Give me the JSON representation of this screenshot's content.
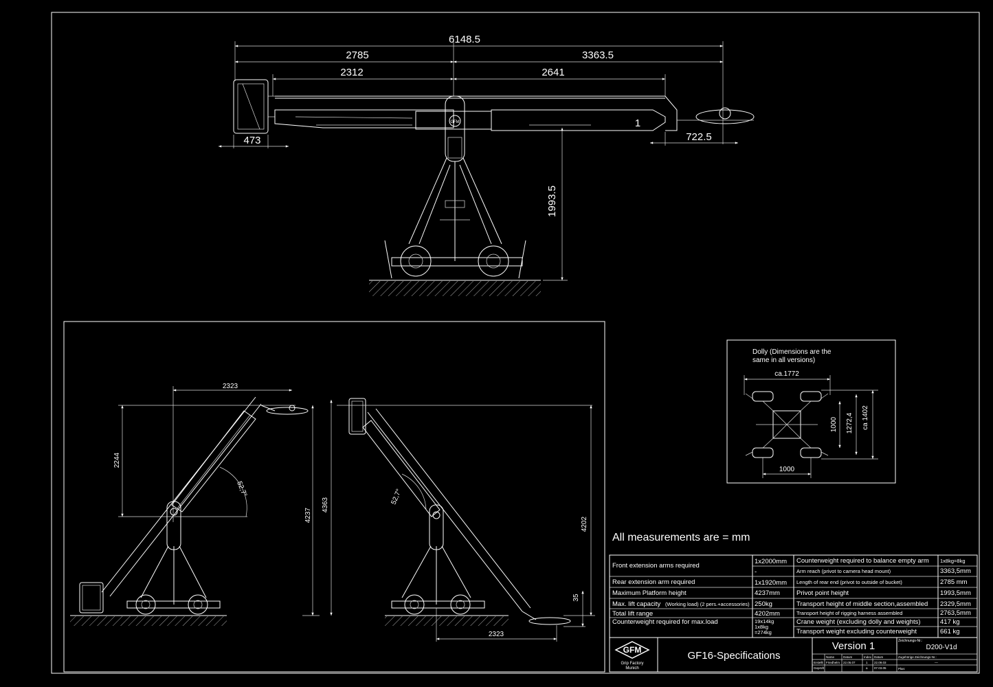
{
  "top_view": {
    "overall_length": "6148.5",
    "rear_reach": "2785",
    "front_reach": "3363.5",
    "rear_section": "2312",
    "front_section": "2641",
    "bucket_width": "473",
    "head_offset": "722.5",
    "pivot_height": "1993.5",
    "marker": "1"
  },
  "side_views": {
    "left_horizontal": "2323",
    "left_vertical": "2244",
    "left_angle": "52,7°",
    "left_height_a": "4237",
    "left_height_b": "4363",
    "right_angle": "52,7°",
    "right_height": "4202",
    "right_small": "35",
    "right_horizontal": "2323"
  },
  "dolly": {
    "caption_line1": "Dolly (Dimensions are the",
    "caption_line2": "same in all versions)",
    "width": "ca.1772",
    "track": "1000",
    "wheelbase": "1000",
    "length_a": "1272,4",
    "length_b": "ca 1402"
  },
  "note": "All measurements are = mm",
  "spec_rows_left": [
    {
      "label": "Front extension arms required",
      "value": "1x2000mm"
    },
    {
      "label": "",
      "value": "-"
    },
    {
      "label": "Rear extension arm required",
      "value": "1x1920mm"
    },
    {
      "label": "Maximum Platform height",
      "value": "4237mm"
    },
    {
      "label": "Max. lift capacity",
      "sub": "(Working load)   (2 pers.+accessories)",
      "value": "250kg"
    },
    {
      "label": "Total lift range",
      "value": "4202mm"
    },
    {
      "label": "Counterweight required for max.load",
      "value": "19x14kg",
      "value2": "1x8kg",
      "value3": "=274kg"
    }
  ],
  "spec_rows_right": [
    {
      "label": "Counterweight required to balance empty arm",
      "value": "1x8kg=8kg"
    },
    {
      "label": "Arm reach (privot to camera head mount)",
      "value": "3363,5mm"
    },
    {
      "label": "Length of rear end (privot to outside of bucket)",
      "value": "2785 mm"
    },
    {
      "label": "Privot point height",
      "value": "1993,5mm"
    },
    {
      "label": "Transport height of middle section,assembled",
      "value": "2329,5mm"
    },
    {
      "label": "Transport height of rigging harness assembled",
      "value": "2763,5mm"
    },
    {
      "label": "Crane weight (excluding dolly and weights)",
      "value": "417 kg"
    },
    {
      "label": "Transport weight excluding counterweight",
      "value": "661 kg"
    }
  ],
  "title_block": {
    "logo": "GFM",
    "company_line1": "Grip Factory",
    "company_line2": "Munich",
    "title": "GF16-Specifications",
    "version": "Version 1",
    "drawing_no_label": "Zeichnungs-Nr.:",
    "drawing_no": "D200-V1d",
    "assoc_label": "Zugehörige Zeichnungs-Nr.:",
    "assoc_value": "---",
    "plan_label": "Plan:",
    "rev_headers": [
      "Name",
      "Datum",
      "Index",
      "Datum"
    ],
    "rev_rows": [
      [
        "Erstellt",
        "Friedhelm",
        "22.05.07",
        "1",
        "22.09.03"
      ],
      [
        "Geprüft",
        "",
        "",
        "a",
        "07.03.05"
      ]
    ]
  }
}
